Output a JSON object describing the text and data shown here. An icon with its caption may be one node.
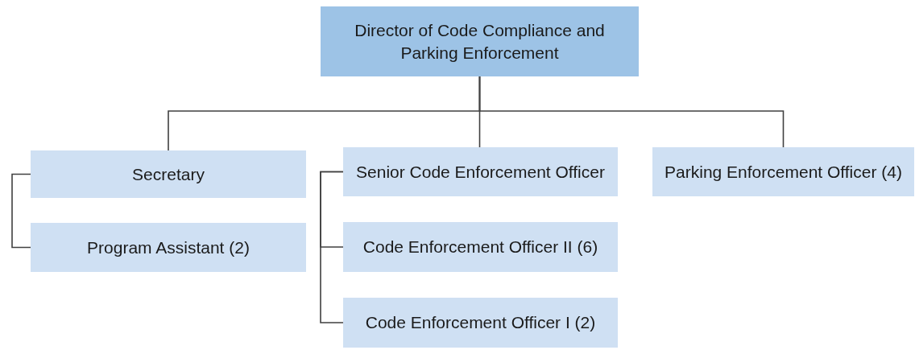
{
  "diagram": {
    "nodes": [
      {
        "text": [
          "Director of Code Compliance and Parking Enforcement"
        ]
      },
      {
        "text": [
          "Secretary"
        ]
      },
      {
        "text": [
          "Program Assistant (2)"
        ]
      },
      {
        "text": [
          "Senior Code Enforcement Officer"
        ]
      },
      {
        "text": [
          "Code Enforcement Officer II (6)"
        ]
      },
      {
        "text": [
          "Code Enforcement Officer I (2)"
        ]
      },
      {
        "text": [
          "Parking Enforcement Officer (4)"
        ]
      }
    ],
    "edges": [
      {
        "from": 0,
        "to": 1,
        "arrow": "none"
      },
      {
        "from": 0,
        "to": 3,
        "arrow": "none"
      },
      {
        "from": 0,
        "to": 6,
        "arrow": "none"
      },
      {
        "from": 1,
        "to": 2,
        "arrow": "none"
      },
      {
        "from": 3,
        "to": 4,
        "arrow": "none"
      },
      {
        "from": 3,
        "to": 5,
        "arrow": "none"
      }
    ]
  }
}
